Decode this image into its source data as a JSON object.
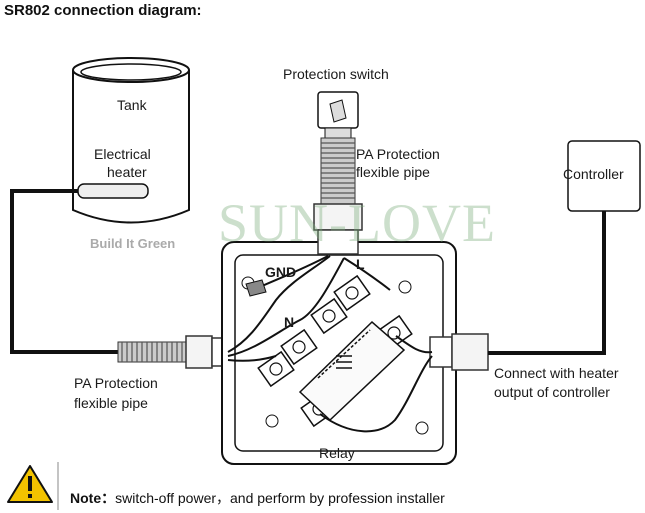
{
  "title": "SR802 connection diagram:",
  "labels": {
    "tank": "Tank",
    "electrical_heater_1": "Electrical",
    "electrical_heater_2": "heater",
    "protection_switch": "Protection switch",
    "pa_pipe_top_1": "PA Protection",
    "pa_pipe_top_2": "flexible pipe",
    "controller": "Controller",
    "gnd": "GND",
    "l": "L",
    "n": "N",
    "pa_pipe_left_1": "PA Protection",
    "pa_pipe_left_2": "flexible pipe",
    "connect_1": "Connect with heater",
    "connect_2": "output of controller",
    "relay": "Relay"
  },
  "watermark": {
    "brand": "SUN-LOVE",
    "build": "Build It Green"
  },
  "note": {
    "prefix": "Note：",
    "text": "switch-off power，and perform by profession installer"
  },
  "icons": {
    "warning": "warning-triangle-icon"
  }
}
